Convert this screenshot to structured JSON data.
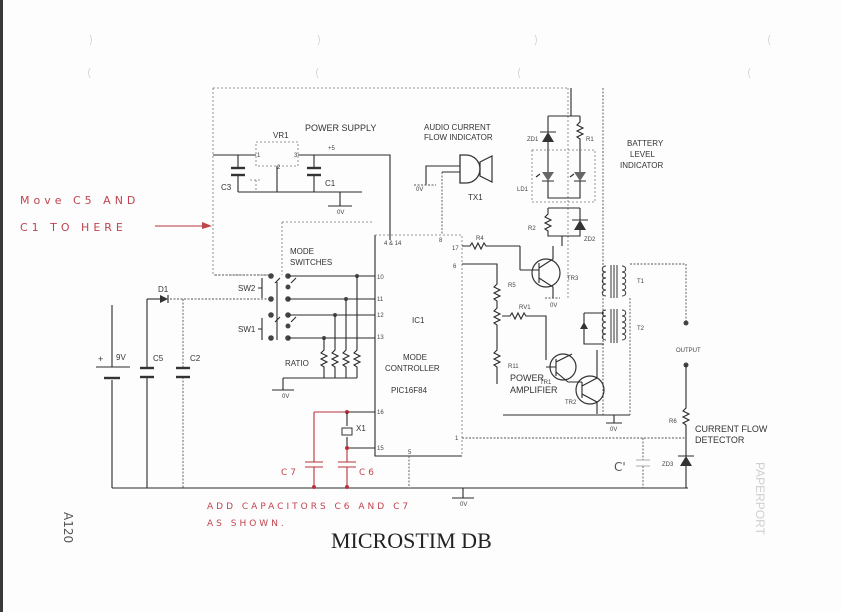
{
  "title": "MICROSTIM DB",
  "annotations": {
    "move_note_line1": "Move C5 AND",
    "move_note_line2": "C1 TO HERE",
    "add_note_line1": "ADD CAPACITORS C6 AND C7",
    "add_note_line2": "AS SHOWN.",
    "side_note": "A120",
    "pencil_cap": "C'",
    "watermark": "PAPERPORT"
  },
  "sections": {
    "power_supply": "POWER SUPPLY",
    "audio_line1": "AUDIO CURRENT",
    "audio_line2": "FLOW INDICATOR",
    "battery_line1": "BATTERY",
    "battery_line2": "LEVEL",
    "battery_line3": "INDICATOR",
    "mode_switches_line1": "MODE",
    "mode_switches_line2": "SWITCHES",
    "mode_controller_line1": "MODE",
    "mode_controller_line2": "CONTROLLER",
    "chip": "PIC16F84",
    "power_amp_line1": "POWER",
    "power_amp_line2": "AMPLIFIER",
    "current_flow_line1": "CURRENT FLOW",
    "current_flow_line2": "DETECTOR",
    "output": "OUTPUT"
  },
  "components": {
    "vr1": "VR1",
    "c1": "C1",
    "c2": "C2",
    "c3": "C3",
    "c5": "C5",
    "c6": "C6",
    "c7": "C7",
    "d1": "D1",
    "sw1": "SW1",
    "sw2": "SW2",
    "ic1": "IC1",
    "x1": "X1",
    "tx1": "TX1",
    "r1": "R1",
    "r2": "R2",
    "r4": "R4",
    "r5": "R5",
    "r6": "R6",
    "r11": "R11",
    "rv1": "RV1",
    "ratio": "RATIO",
    "zd1": "ZD1",
    "zd2": "ZD2",
    "zd3": "ZD3",
    "ld1": "LD1",
    "tr1": "TR1",
    "tr2": "TR2",
    "tr3": "TR3",
    "t1": "T1",
    "t2": "T2",
    "battery": "9V",
    "plus": "+",
    "plus5": "+5",
    "zero_v": "0V",
    "pin_1": "1",
    "pin_2": "2",
    "pin_3": "3"
  },
  "pins": {
    "p4_14": "4 & 14",
    "p8": "8",
    "p17": "17",
    "p6": "6",
    "p10": "10",
    "p11": "11",
    "p12": "12",
    "p13": "13",
    "p16": "16",
    "p15": "15",
    "p5": "5",
    "p1": "1"
  }
}
